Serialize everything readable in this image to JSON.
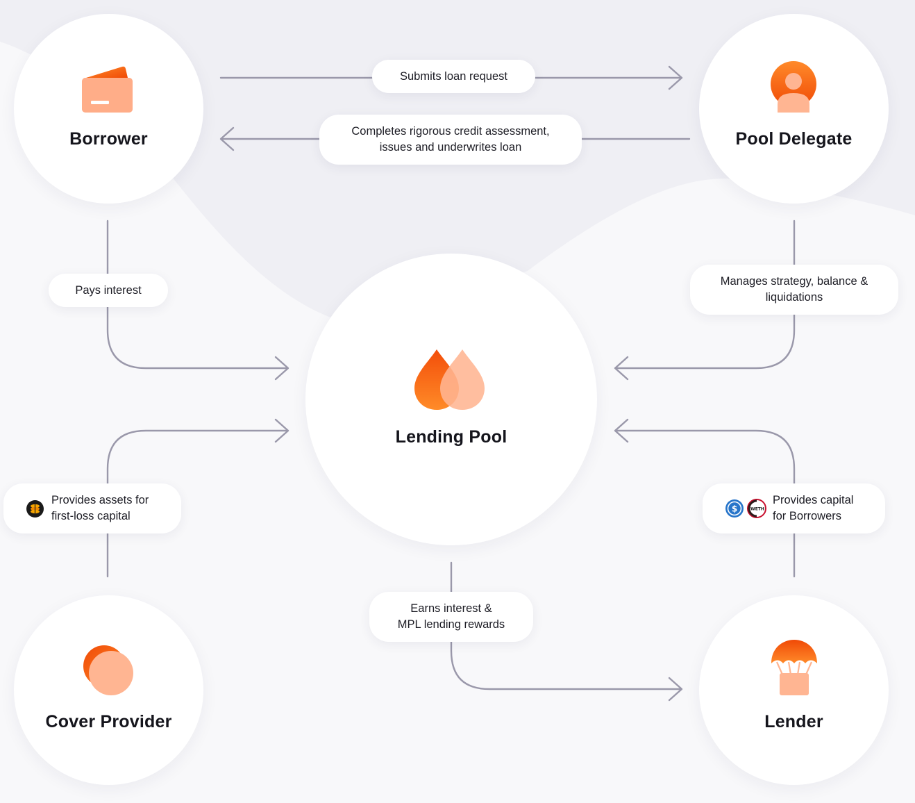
{
  "nodes": {
    "borrower": {
      "label": "Borrower",
      "icon": "card-icon"
    },
    "pool_delegate": {
      "label": "Pool Delegate",
      "icon": "person-icon"
    },
    "lending_pool": {
      "label": "Lending Pool",
      "icon": "drops-icon"
    },
    "cover_provider": {
      "label": "Cover Provider",
      "icon": "coin-icon"
    },
    "lender": {
      "label": "Lender",
      "icon": "parachute-icon"
    }
  },
  "edges": {
    "submits": {
      "label": "Submits loan request"
    },
    "completes": {
      "label": "Completes rigorous credit assessment,\nissues and underwrites loan"
    },
    "pays": {
      "label": "Pays interest"
    },
    "manages": {
      "label": "Manages strategy, balance &\nliquidations"
    },
    "provides_assets": {
      "label": "Provides assets for\nfirst-loss capital",
      "icon": "stacked-coins-icon"
    },
    "provides_capital": {
      "label": "Provides capital\nfor Borrowers",
      "icons": [
        "usdc-icon",
        "weth-icon"
      ],
      "weth_text": "WETH"
    },
    "earns": {
      "label": "Earns interest &\nMPL lending rewards"
    }
  },
  "colors": {
    "accent": "#f15a0a",
    "accent_light": "#ffa982",
    "connector": "#9a98aa",
    "background": "#f8f8fa",
    "blob": "#efeff3",
    "usdc_blue": "#2775ca",
    "weth_red": "#c8102e"
  }
}
